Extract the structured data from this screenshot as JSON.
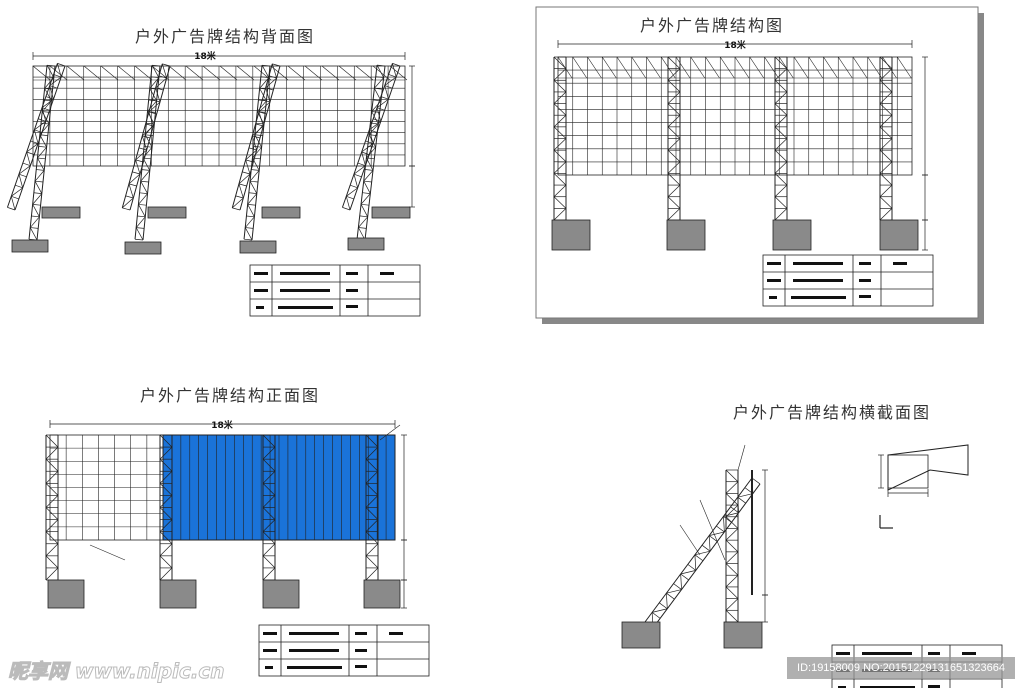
{
  "panels": [
    {
      "title": "户外广告牌结构背面图",
      "width_label": "18米"
    },
    {
      "title": "户外广告牌结构图",
      "width_label": "18米"
    },
    {
      "title": "户外广告牌结构正面图",
      "width_label": "18米"
    },
    {
      "title": "户外广告牌结构横截面图"
    }
  ],
  "watermark": {
    "site": "昵享网 www.nipic.cn",
    "id": "ID:19158009 NO:20151229131651323664"
  },
  "colors": {
    "panel_blue": "#1a73d9",
    "footing": "#8a8a8a",
    "line": "#222222"
  }
}
